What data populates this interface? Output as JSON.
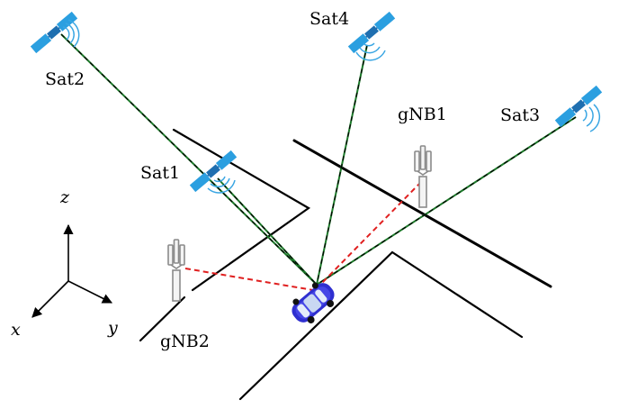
{
  "labels": {
    "sat1": "Sat1",
    "sat2": "Sat2",
    "sat3": "Sat3",
    "sat4": "Sat4",
    "gnb1": "gNB1",
    "gnb2": "gNB2"
  },
  "axes": {
    "x": "x",
    "y": "y",
    "z": "z"
  },
  "colors": {
    "satellite_panel": "#2b9fe0",
    "signal_waves": "#3aa6e3",
    "satellite_link": "#1d7a2a",
    "gnb_link": "#e02020",
    "vehicle_body": "#2f2fd0",
    "tower": "#8a8a8a"
  }
}
